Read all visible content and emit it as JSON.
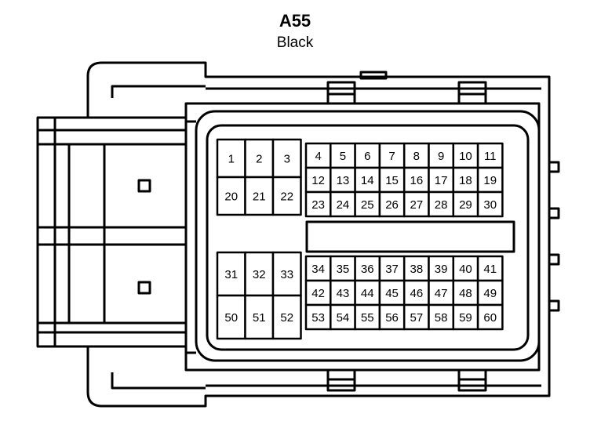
{
  "connector": {
    "title": "A55",
    "subtitle": "Black",
    "colors": {
      "stroke": "#000000",
      "background": "#ffffff"
    }
  },
  "pins": {
    "left_top": [
      [
        "1",
        "2",
        "3"
      ],
      [
        "20",
        "21",
        "22"
      ]
    ],
    "left_bottom": [
      [
        "31",
        "32",
        "33"
      ],
      [
        "50",
        "51",
        "52"
      ]
    ],
    "right_top": [
      [
        "4",
        "5",
        "6",
        "7",
        "8",
        "9",
        "10",
        "11"
      ],
      [
        "12",
        "13",
        "14",
        "15",
        "16",
        "17",
        "18",
        "19"
      ],
      [
        "23",
        "24",
        "25",
        "26",
        "27",
        "28",
        "29",
        "30"
      ]
    ],
    "right_bottom": [
      [
        "34",
        "35",
        "36",
        "37",
        "38",
        "39",
        "40",
        "41"
      ],
      [
        "42",
        "43",
        "44",
        "45",
        "46",
        "47",
        "48",
        "49"
      ],
      [
        "53",
        "54",
        "55",
        "56",
        "57",
        "58",
        "59",
        "60"
      ]
    ]
  }
}
